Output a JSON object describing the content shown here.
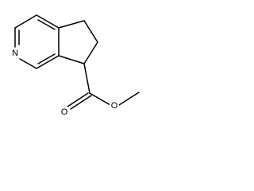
{
  "structure": {
    "atoms": {
      "nitrogen": "N",
      "carbonyl_oxygen": "O",
      "ester_oxygen": "O"
    }
  }
}
